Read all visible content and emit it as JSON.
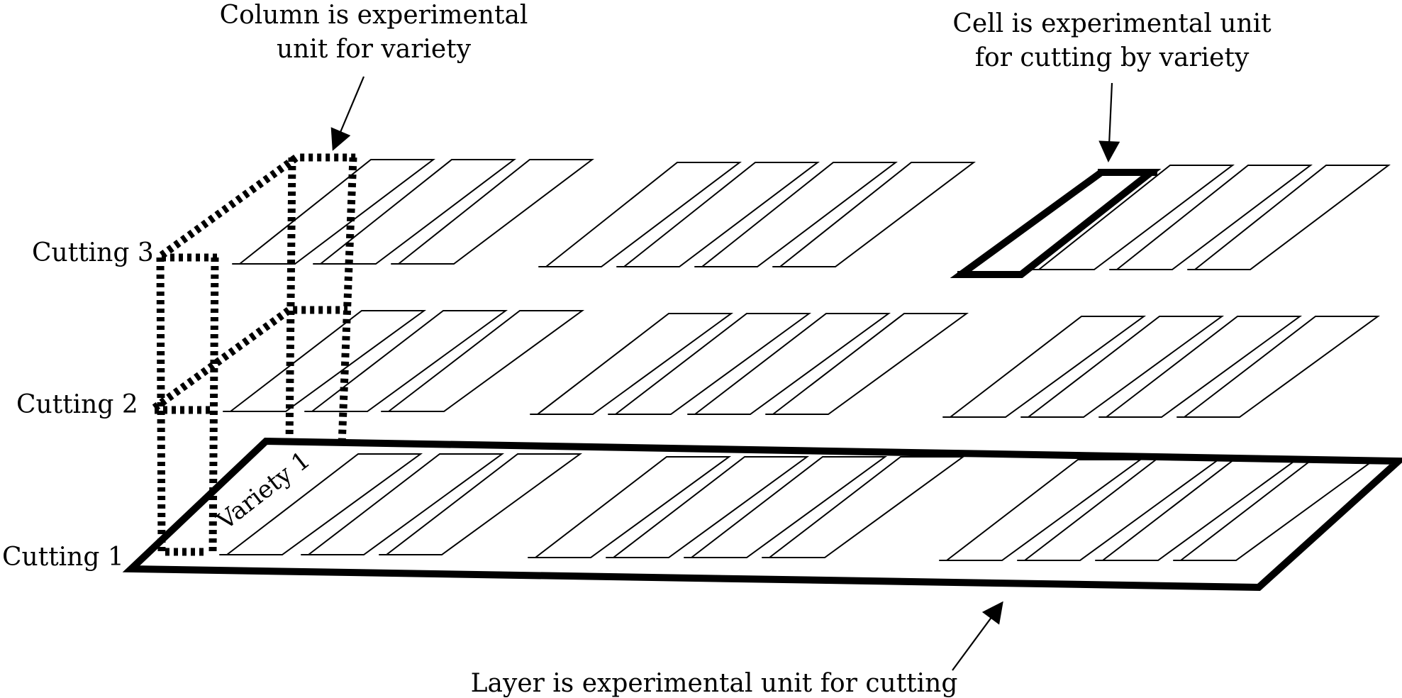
{
  "annotations": {
    "column": {
      "line1": "Column is experimental",
      "line2": "unit for variety"
    },
    "cell": {
      "line1": "Cell is experimental unit",
      "line2": "for cutting by variety"
    },
    "layer": {
      "text": "Layer is experimental unit for cutting"
    }
  },
  "layers": [
    {
      "label": "Cutting 3"
    },
    {
      "label": "Cutting 2"
    },
    {
      "label": "Cutting 1"
    }
  ],
  "variety_label": "Variety 1"
}
